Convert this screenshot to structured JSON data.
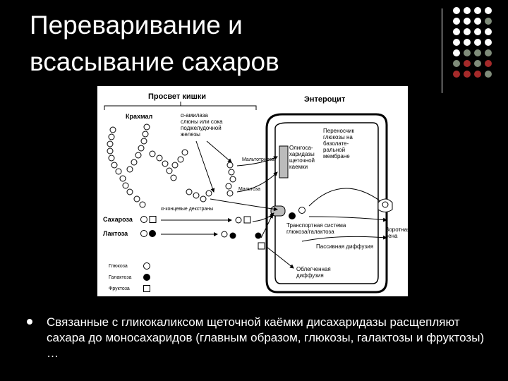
{
  "slide": {
    "title_line1": "Переваривание и",
    "title_line2": "всасывание сахаров",
    "bullet_text": "Связанные с гликокаликсом щеточной каёмки дисахаридазы расщепляют сахара до моносахаридов (главным образом, глюкозы, галактозы и фруктозы) …"
  },
  "decor": {
    "dot_colors": {
      "white": "#ffffff",
      "gray": "#7f8c7a",
      "red": "#a52a2a"
    }
  },
  "figure": {
    "lumen_label": "Просвет кишки",
    "enterocyte_label": "Энтероцит",
    "starch_label": "Крахмал",
    "amylase_label": "α-амилаза слюны или сока поджелудочной железы",
    "maltotriose_label": "Мальтотриоза",
    "maltose_label": "Мальтоза",
    "dextrins_label": "α-концевые декстраны",
    "sucrose_label": "Сахароза",
    "lactose_label": "Лактоза",
    "oligosaccharidases_label": "Олигоса-харидазы щеточной каемки",
    "carrier_label": "Переносчик глюкозы на базолате-ральной мембране",
    "transport_label": "Транспортная система глюкоза/галактоза",
    "portal_label": "Воротная вена",
    "passive_label": "Пассивная диффузия",
    "facilitated_label": "Облегченная диффузия",
    "legend": {
      "glucose": "Глюкоза",
      "galactose": "Галактоза",
      "fructose": "Фруктоза"
    }
  }
}
